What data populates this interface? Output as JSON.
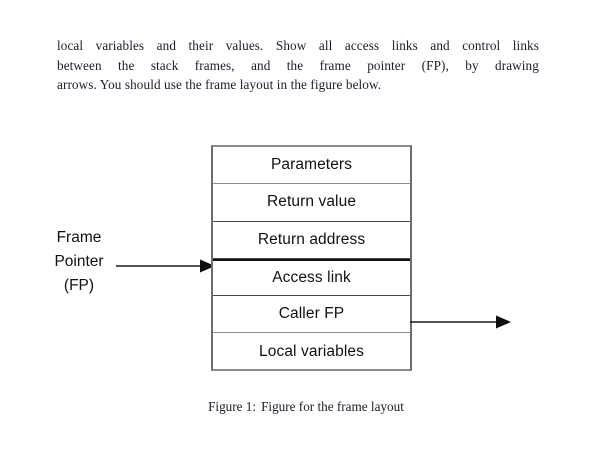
{
  "document": {
    "paragraph_lines": [
      [
        "local",
        "variables",
        "and",
        "their",
        "values.",
        "Show",
        "all",
        "access",
        "links",
        "and",
        "control",
        "links"
      ],
      [
        "between",
        "the",
        "stack",
        "frames,",
        "and",
        "the",
        "frame",
        "pointer",
        "(FP),",
        "by",
        "drawing"
      ],
      [
        "arrows. You should use the frame layout in the figure below."
      ]
    ],
    "paragraph_text": "local variables and their values. Show all access links and control links between the stack frames, and the frame pointer (FP), by drawing arrows. You should use the frame layout in the figure below."
  },
  "figure": {
    "caption_label": "Figure 1:",
    "caption_text": "Figure for the frame layout",
    "frame_pointer_label": {
      "line1": "Frame",
      "line2": "Pointer",
      "line3": "(FP)"
    },
    "stack_rows": [
      {
        "label": "Parameters"
      },
      {
        "label": "Return value"
      },
      {
        "label": "Return address"
      },
      {
        "label": "Access link"
      },
      {
        "label": "Caller FP"
      },
      {
        "label": "Local variables"
      }
    ],
    "arrows": [
      {
        "name": "frame-pointer-arrow",
        "direction": "right",
        "points_to": "Access link"
      },
      {
        "name": "caller-fp-arrow",
        "direction": "right",
        "points_from": "Caller FP"
      }
    ],
    "colors": {
      "box_border": "#6e6e6e",
      "row_separator": "#4a4a4a",
      "fp_boundary": "#111111",
      "text": "#111111",
      "page_background": "#ffffff"
    }
  }
}
